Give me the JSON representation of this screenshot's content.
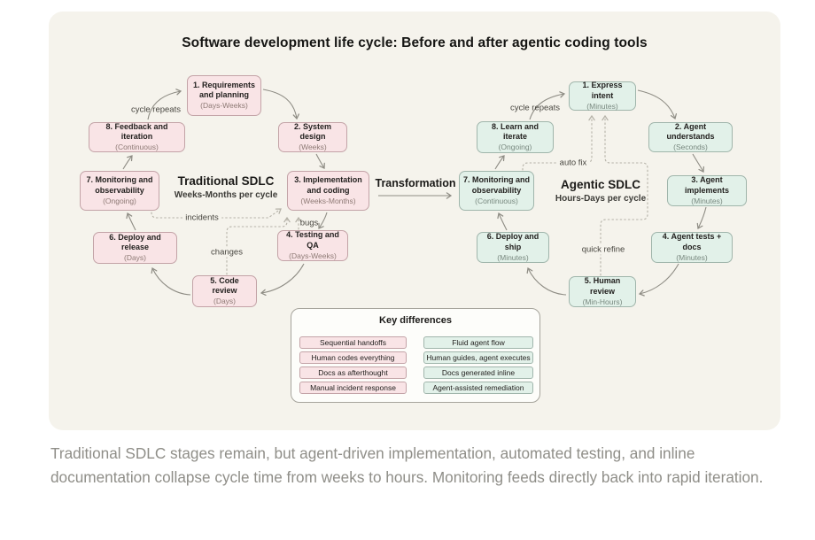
{
  "title": "Software development life cycle: Before and after agentic coding tools",
  "transformation": {
    "label": "Transformation"
  },
  "traditional": {
    "title": "Traditional SDLC",
    "subtitle": "Weeks-Months per cycle",
    "stages": [
      {
        "label": "1. Requirements and planning",
        "duration": "(Days-Weeks)"
      },
      {
        "label": "2. System design",
        "duration": "(Weeks)"
      },
      {
        "label": "3. Implementation and coding",
        "duration": "(Weeks-Months)"
      },
      {
        "label": "4. Testing and QA",
        "duration": "(Days-Weeks)"
      },
      {
        "label": "5. Code review",
        "duration": "(Days)"
      },
      {
        "label": "6. Deploy and release",
        "duration": "(Days)"
      },
      {
        "label": "7. Monitoring and observability",
        "duration": "(Ongoing)"
      },
      {
        "label": "8. Feedback and iteration",
        "duration": "(Continuous)"
      }
    ],
    "annotations": {
      "cycle_repeats": "cycle repeats",
      "incidents": "incidents",
      "bugs": "bugs",
      "changes": "changes"
    }
  },
  "agentic": {
    "title": "Agentic SDLC",
    "subtitle": "Hours-Days per cycle",
    "stages": [
      {
        "label": "1. Express intent",
        "duration": "(Minutes)"
      },
      {
        "label": "2. Agent understands",
        "duration": "(Seconds)"
      },
      {
        "label": "3. Agent implements",
        "duration": "(Minutes)"
      },
      {
        "label": "4. Agent tests + docs",
        "duration": "(Minutes)"
      },
      {
        "label": "5. Human review",
        "duration": "(Min-Hours)"
      },
      {
        "label": "6. Deploy and ship",
        "duration": "(Minutes)"
      },
      {
        "label": "7. Monitoring and observability",
        "duration": "(Continuous)"
      },
      {
        "label": "8. Learn and iterate",
        "duration": "(Ongoing)"
      }
    ],
    "annotations": {
      "cycle_repeats": "cycle repeats",
      "auto_fix": "auto fix",
      "quick_refine": "quick refine"
    }
  },
  "key_differences": {
    "title": "Key differences",
    "rows": [
      {
        "before": "Sequential handoffs",
        "after": "Fluid agent flow"
      },
      {
        "before": "Human codes everything",
        "after": "Human guides, agent executes"
      },
      {
        "before": "Docs as afterthought",
        "after": "Docs generated inline"
      },
      {
        "before": "Manual incident response",
        "after": "Agent-assisted remediation"
      }
    ]
  },
  "caption": "Traditional SDLC stages remain, but agent-driven implementation, automated testing, and inline documentation collapse cycle time from weeks to hours. Monitoring feeds directly back into rapid iteration.",
  "colors": {
    "canvas_bg": "#f5f3ec",
    "traditional_fill": "#f9e4e6",
    "traditional_border": "#c3a3a7",
    "agentic_fill": "#e2f1e9",
    "agentic_border": "#a0b5ab",
    "arrow": "#8e8c84",
    "dotted_line": "#b5b2a8",
    "caption_text": "#8f8e88"
  }
}
